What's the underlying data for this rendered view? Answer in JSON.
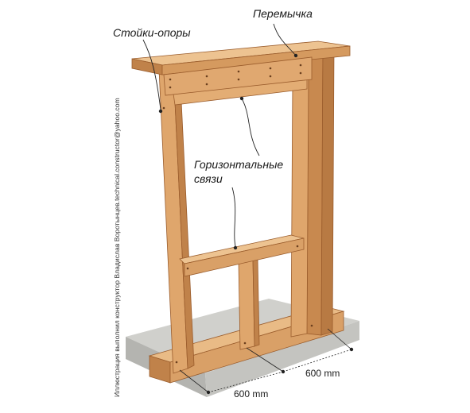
{
  "labels": {
    "lintel": "Перемычка",
    "posts": "Стойки-опоры",
    "horizontal_ties_line1": "Горизонтальные",
    "horizontal_ties_line2": "связи"
  },
  "dimensions": {
    "spacing_1": "600 mm",
    "spacing_2": "600 mm"
  },
  "credit": "Иллюстрация выполнил конструктор Владислав Воротынцев.technical.constructor@yahoo.com",
  "colors": {
    "wood_light": "#e7b57e",
    "wood_mid": "#d9a067",
    "wood_dark": "#c0824a",
    "wood_edge": "#9a5c2c",
    "concrete_top": "#d0d0cc",
    "concrete_side": "#b4b4b0"
  }
}
